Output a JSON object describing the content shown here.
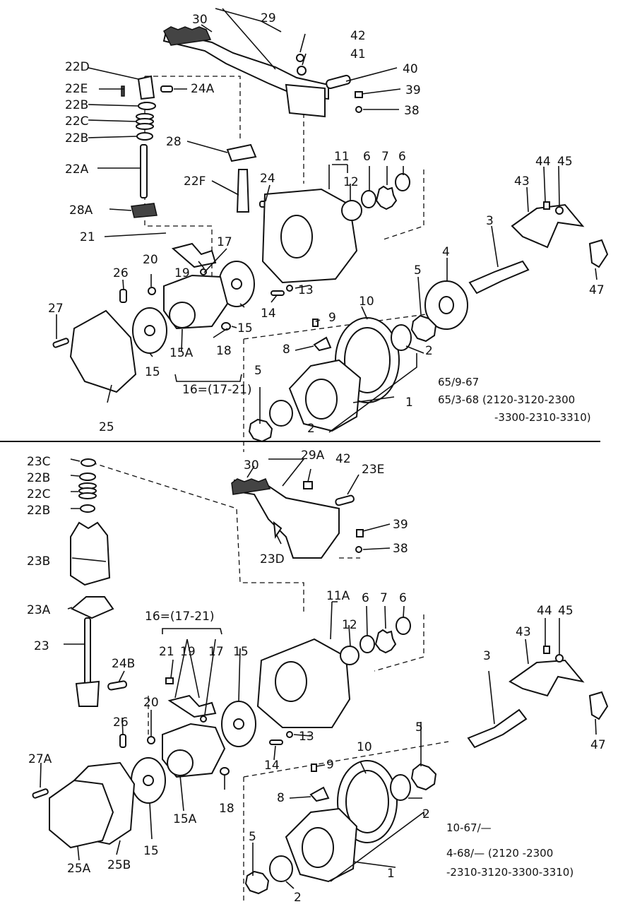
{
  "upper": {
    "labels": {
      "p30": "30",
      "p29": "29",
      "p42": "42",
      "p41": "41",
      "p40": "40",
      "p39": "39",
      "p38": "38",
      "p22D": "22D",
      "p22E": "22E",
      "p24A": "24A",
      "p22B_top": "22B",
      "p22C": "22C",
      "p22B_bot": "22B",
      "p28": "28",
      "p22A": "22A",
      "p22F": "22F",
      "p24": "24",
      "p28A": "28A",
      "p21": "21",
      "p11": "11",
      "p6a": "6",
      "p7": "7",
      "p6b": "6",
      "p12": "12",
      "p44": "44",
      "p45": "45",
      "p43": "43",
      "p3": "3",
      "p4": "4",
      "p47": "47",
      "p5a": "5",
      "p10": "10",
      "p9": "9",
      "p8": "8",
      "p2a": "2",
      "p17": "17",
      "p20": "20",
      "p19": "19",
      "p26": "26",
      "p13": "13",
      "p14": "14",
      "p27": "27",
      "p15a": "15",
      "p15A": "15A",
      "p18": "18",
      "p15b": "15",
      "p16": "16=(17-21)",
      "p25": "25",
      "p5b": "5",
      "p2b": "2",
      "p1": "1"
    },
    "notes": {
      "line1": "65/9-67",
      "line2": "65/3-68 (2120-3120-2300",
      "line3": "-3300-2310-3310)"
    }
  },
  "lower": {
    "labels": {
      "p23C": "23C",
      "p22B_top": "22B",
      "p22C": "22C",
      "p22B_bot": "22B",
      "p23B": "23B",
      "p23A": "23A",
      "p23": "23",
      "p24B": "24B",
      "p30": "30",
      "p29A": "29A",
      "p42": "42",
      "p23E": "23E",
      "p23D": "23D",
      "p39": "39",
      "p38": "38",
      "p11A": "11A",
      "p6a": "6",
      "p7": "7",
      "p6b": "6",
      "p12": "12",
      "p16": "16=(17-21)",
      "p21": "21",
      "p19": "19",
      "p17": "17",
      "p15a": "15",
      "p44": "44",
      "p45": "45",
      "p43": "43",
      "p3": "3",
      "p47": "47",
      "p20": "20",
      "p26": "26",
      "p13": "13",
      "p14": "14",
      "p27A": "27A",
      "p5a": "5",
      "p10": "10",
      "p9": "9",
      "p8": "8",
      "p2a": "2",
      "p15A": "15A",
      "p18": "18",
      "p15b": "15",
      "p25A": "25A",
      "p25B": "25B",
      "p5b": "5",
      "p2b": "2",
      "p1": "1"
    },
    "notes": {
      "line1": "10-67/—",
      "line2": "4-68/— (2120 -2300",
      "line3": "-2310-3120-3300-3310)"
    }
  }
}
